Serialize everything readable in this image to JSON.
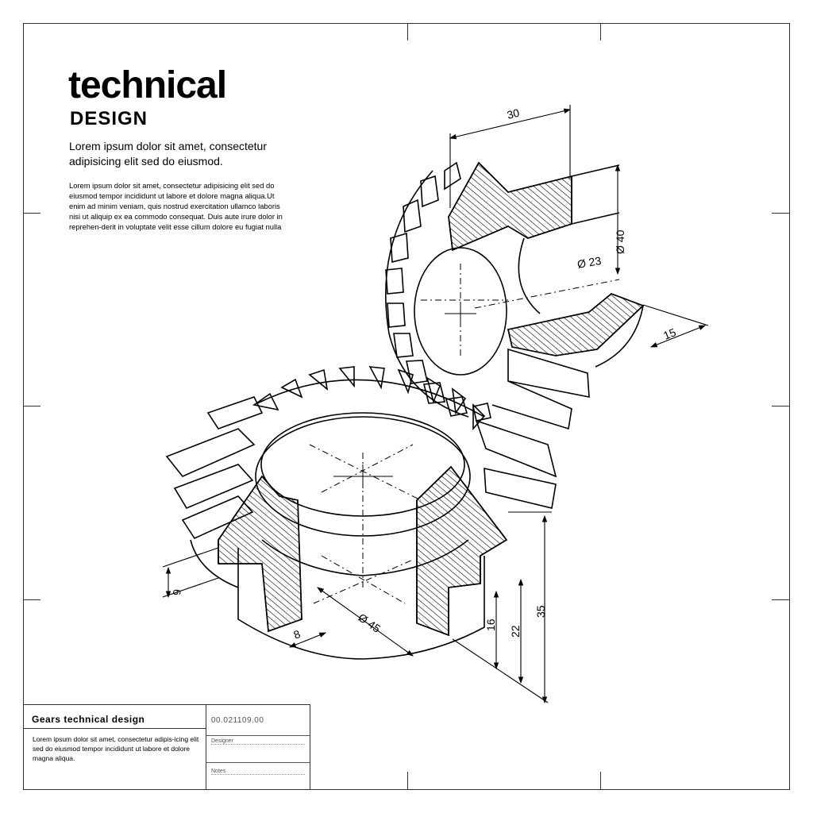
{
  "header": {
    "title": "technical",
    "subtitle": "DESIGN",
    "lead": "Lorem ipsum dolor sit amet, consectetur adipisicing elit sed do eiusmod.",
    "body": "Lorem ipsum dolor sit amet, consectetur adipisicing elit sed do eiusmod tempor incididunt ut labore et dolore magna aliqua.Ut enim ad minim veniam, quis nostrud exercitation ullamco laboris nisi ut aliquip ex ea commodo consequat. Duis aute irure dolor in reprehen-derit in voluptate velit esse cillum dolore eu fugiat nulla"
  },
  "title_block": {
    "title": "Gears technical design",
    "code": "00.021109.00",
    "description": "Lorem ipsum dolor sit amet, consectetur adipis-icing elit sed do eiusmod tempor incididunt ut labore et dolore magna aliqua.",
    "designer_label": "Designer",
    "notes_label": "Notes"
  },
  "dimensions": {
    "d30": "30",
    "d40": "Ø 40",
    "d23": "Ø 23",
    "d15": "15",
    "d6": "6",
    "d8": "8",
    "d45": "Ø 45",
    "d16": "16",
    "d22": "22",
    "d35": "35"
  }
}
